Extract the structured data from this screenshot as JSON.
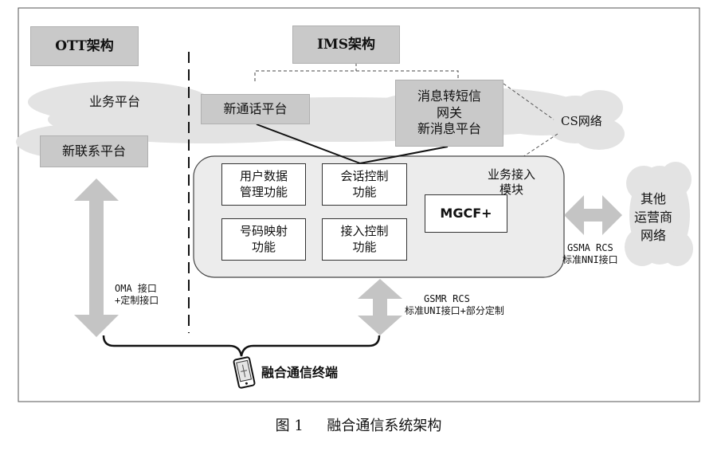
{
  "diagram": {
    "ott_title": "OTT架构",
    "ims_title": "IMS架构",
    "business_platform": "业务平台",
    "new_contact_platform": "新联系平台",
    "new_call_platform": "新通话平台",
    "msg_gateway_line1": "消息转短信",
    "msg_gateway_line2": "网关",
    "msg_gateway_line3": "新消息平台",
    "cs_network": "CS网络",
    "access_module_line1": "业务接入",
    "access_module_line2": "模块",
    "user_data_line1": "用户数据",
    "user_data_line2": "管理功能",
    "session_ctrl_line1": "会话控制",
    "session_ctrl_line2": "功能",
    "number_map_line1": "号码映射",
    "number_map_line2": "功能",
    "access_ctrl_line1": "接入控制",
    "access_ctrl_line2": "功能",
    "mgcf": "MGCF+",
    "other_op_line1": "其他",
    "other_op_line2": "运营商",
    "other_op_line3": "网络",
    "gsma_line1": "GSMA RCS",
    "gsma_line2": "标准NNI接口",
    "oma_line1": "OMA 接口",
    "oma_line2": "+定制接口",
    "gsmr_line1": "GSMR RCS",
    "gsmr_line2": "标准UNI接口+部分定制",
    "terminal": "融合通信终端"
  },
  "caption": {
    "figure_no": "图 1",
    "title": "融合通信系统架构"
  },
  "colors": {
    "box_gray": "#c9c9c9",
    "cloud": "#e3e3e3",
    "arrow": "#c4c4c4",
    "module_bg": "#ececec"
  }
}
